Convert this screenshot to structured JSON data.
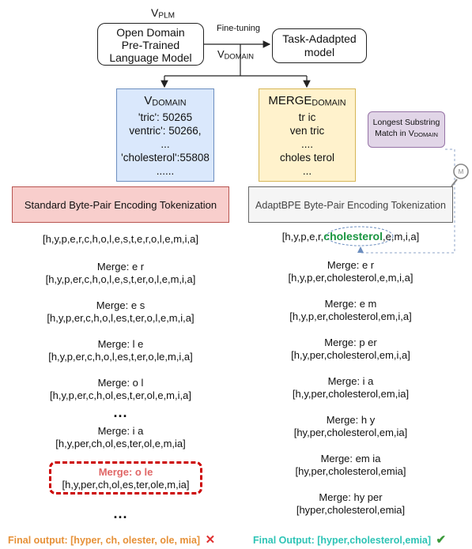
{
  "top": {
    "vplm_main": "V",
    "vplm_sub": "PLM",
    "plm_box": [
      "Open Domain",
      "Pre-Trained",
      "Language Model"
    ],
    "fine_tuning": "Fine-tuning",
    "vdomain_main": "V",
    "vdomain_sub": "DOMAIN",
    "task_box": [
      "Task-Adadpted",
      "model"
    ]
  },
  "vdomain_box": {
    "title_main": "V",
    "title_sub": "DOMAIN",
    "lines": [
      "'tric': 50265",
      "ventric': 50266,",
      "...",
      "'cholesterol':55808",
      "......"
    ]
  },
  "merge_box": {
    "title_main": "MERGE",
    "title_sub": "DOMAIN",
    "lines": [
      "tr ic",
      "ven tric",
      "....",
      "choles terol",
      "..."
    ]
  },
  "longest_box": {
    "line1": "Longest Substring",
    "line2_main": "Match in V",
    "line2_sub": "DOMAIN"
  },
  "left": {
    "header": "Standard Byte-Pair Encoding Tokenization",
    "initial": "[h,y,p,e,r,c,h,o,l,e,s,t,e,r,o,l,e,m,i,a]",
    "merges": [
      {
        "label": "Merge: e r",
        "seq": "[h,y,p,er,c,h,o,l,e,s,t,er,o,l,e,m,i,a]"
      },
      {
        "label": "Merge: e s",
        "seq": "[h,y,p,er,c,h,o,l,es,t,er,o,l,e,m,i,a]"
      },
      {
        "label": "Merge: l e",
        "seq": "[h,y,p,er,c,h,o,l,es,t,er,o,le,m,i,a]"
      },
      {
        "label": "Merge: o l",
        "seq": "[h,y,p,er,c,h,ol,es,t,er,ol,e,m,i,a]"
      },
      {
        "label": "Merge: i a",
        "seq": "[h,y,per,ch,ol,es,ter,ol,e,m,ia]"
      }
    ],
    "ellipsis1": "...",
    "highlight": {
      "label": "Merge: o le",
      "seq": "[h,y,per,ch,ol,es,ter,ole,m,ia]"
    },
    "ellipsis2": "...",
    "final": "Final output: [hyper, ch, olester, ole, mia]",
    "final_mark": "✕"
  },
  "right": {
    "header": "AdaptBPE Byte-Pair Encoding Tokenization",
    "initial_pre": "[h,y,p,e,r,",
    "initial_highlight": "cholesterol",
    "initial_post": ",e,m,i,a]",
    "merges": [
      {
        "label": "Merge: e r",
        "seq": "[h,y,p,er,cholesterol,e,m,i,a]"
      },
      {
        "label": "Merge: e m",
        "seq": "[h,y,p,er,cholesterol,em,i,a]"
      },
      {
        "label": "Merge: p er",
        "seq": "[h,y,per,cholesterol,em,i,a]"
      },
      {
        "label": "Merge: i a",
        "seq": "[h,y,per,cholesterol,em,ia]"
      },
      {
        "label": "Merge: h y",
        "seq": "[hy,per,cholesterol,em,ia]"
      },
      {
        "label": "Merge: em ia",
        "seq": "[hy,per,cholesterol,emia]"
      },
      {
        "label": "Merge: hy per",
        "seq": "[hyper,cholesterol,emia]"
      }
    ],
    "final": "Final Output: [hyper,cholesterol,emia]",
    "final_mark": "✔"
  },
  "colors": {
    "blue_fill": "#dae8fc",
    "blue_border": "#6c8ebf",
    "yellow_fill": "#fff2cc",
    "yellow_border": "#d6b656",
    "red_fill": "#f8cecc",
    "red_border": "#b85450",
    "grey_fill": "#f5f5f5",
    "grey_border": "#666666",
    "purple_fill": "#e1d5e7",
    "purple_border": "#9673a6",
    "highlight_red": "#e06666",
    "dashed_red": "#cc0000",
    "green": "#1a9641",
    "orange": "#e69138",
    "teal": "#2ec4b6"
  }
}
